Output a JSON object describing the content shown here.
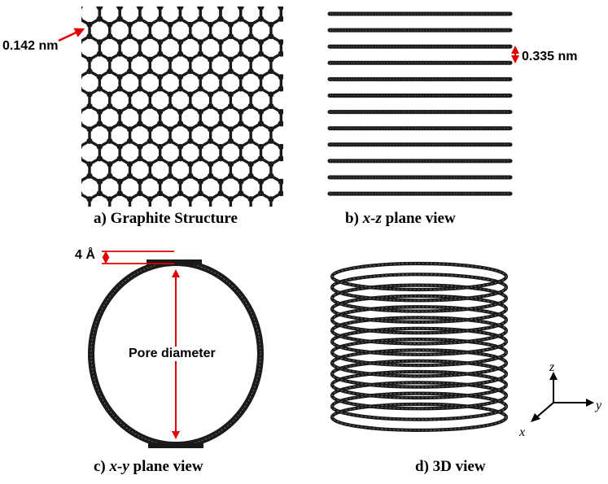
{
  "panels": {
    "a": {
      "caption_prefix": "a) ",
      "caption_title": "Graphite Structure",
      "bond_length_label": "0.142 nm"
    },
    "b": {
      "caption_prefix": "b) ",
      "caption_italic": "x-z",
      "caption_rest": " plane view",
      "spacing_label": "0.335 nm",
      "layer_count": 12
    },
    "c": {
      "caption_prefix": "c) ",
      "caption_italic": "x-y",
      "caption_rest": " plane view",
      "thickness_label": "4 Å",
      "diameter_label": "Pore diameter"
    },
    "d": {
      "caption_text": "d) 3D view",
      "axis_z": "z",
      "axis_y": "y",
      "axis_x": "x",
      "ring_count": 14
    }
  },
  "colors": {
    "atom": "#1a1a1a",
    "arrow": "#e00000"
  }
}
